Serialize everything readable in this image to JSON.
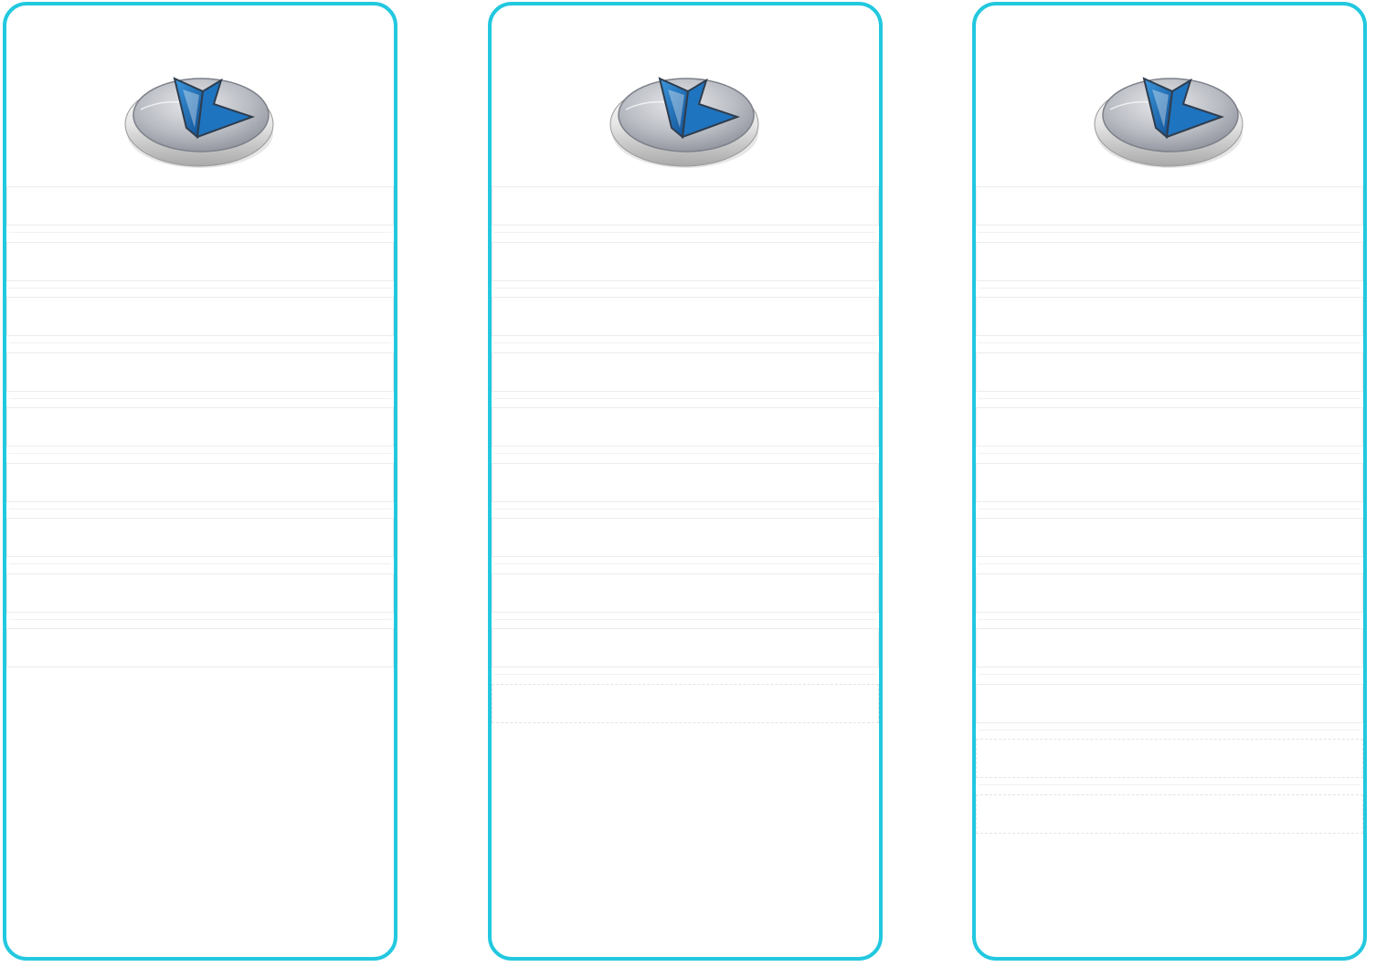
{
  "colors": {
    "panel_border": "#22c8df",
    "row_border": "#ececec",
    "logo_blue": "#1f74c0"
  },
  "logo": {
    "icon": "blue-triangle-badge-icon"
  },
  "panels": [
    {
      "rows": [
        {
          "label": "",
          "style": "solid"
        },
        {
          "label": "",
          "style": "solid"
        },
        {
          "label": "",
          "style": "solid"
        },
        {
          "label": "",
          "style": "solid"
        },
        {
          "label": "",
          "style": "solid"
        },
        {
          "label": "",
          "style": "solid"
        },
        {
          "label": "",
          "style": "solid"
        },
        {
          "label": "",
          "style": "solid"
        },
        {
          "label": "",
          "style": "solid"
        }
      ]
    },
    {
      "rows": [
        {
          "label": "",
          "style": "solid"
        },
        {
          "label": "",
          "style": "solid"
        },
        {
          "label": "",
          "style": "solid"
        },
        {
          "label": "",
          "style": "solid"
        },
        {
          "label": "",
          "style": "solid"
        },
        {
          "label": "",
          "style": "solid"
        },
        {
          "label": "",
          "style": "solid"
        },
        {
          "label": "",
          "style": "solid"
        },
        {
          "label": "",
          "style": "solid"
        },
        {
          "label": "",
          "style": "dashed"
        }
      ]
    },
    {
      "rows": [
        {
          "label": "",
          "style": "solid"
        },
        {
          "label": "",
          "style": "solid"
        },
        {
          "label": "",
          "style": "solid"
        },
        {
          "label": "",
          "style": "solid"
        },
        {
          "label": "",
          "style": "solid"
        },
        {
          "label": "",
          "style": "solid"
        },
        {
          "label": "",
          "style": "solid"
        },
        {
          "label": "",
          "style": "solid"
        },
        {
          "label": "",
          "style": "solid"
        },
        {
          "label": "",
          "style": "solid"
        },
        {
          "label": "",
          "style": "dashed"
        },
        {
          "label": "",
          "style": "dashed"
        }
      ]
    }
  ]
}
